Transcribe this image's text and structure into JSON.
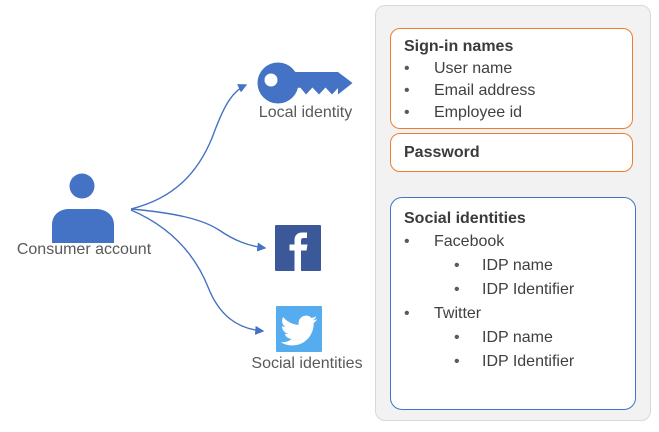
{
  "labels": {
    "consumer_account": "Consumer account",
    "local_identity": "Local identity",
    "social_identities": "Social identities"
  },
  "panel": {
    "signin_box": {
      "title": "Sign-in names",
      "items": [
        "User name",
        "Email address",
        "Employee id"
      ]
    },
    "password_box": {
      "title": "Password"
    },
    "social_box": {
      "title": "Social identities",
      "providers": [
        {
          "name": "Facebook",
          "attributes": [
            "IDP name",
            "IDP Identifier"
          ]
        },
        {
          "name": "Twitter",
          "attributes": [
            "IDP name",
            "IDP Identifier"
          ]
        }
      ]
    }
  },
  "icons": {
    "consumer": "person-icon",
    "local": "key-icon",
    "facebook": "facebook-icon",
    "twitter": "twitter-icon"
  },
  "colors": {
    "accent_blue": "#4472C4",
    "facebook_blue": "#3B5998",
    "twitter_blue": "#55ACEE",
    "box_orange": "#ED7D31",
    "panel_bg": "#F2F2F2",
    "panel_border": "#D9D9D9",
    "label_text": "#595959",
    "body_text": "#404040"
  }
}
